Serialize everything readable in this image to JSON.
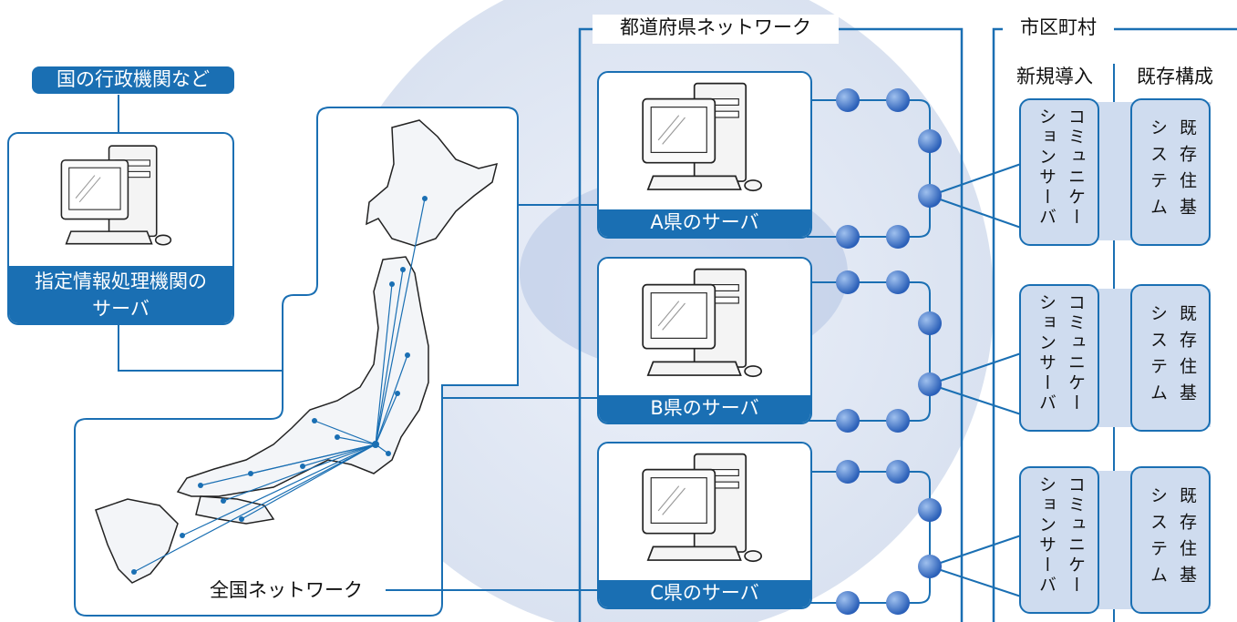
{
  "national_agency": {
    "label": "国の行政機関など"
  },
  "designated_server": {
    "label_line1": "指定情報処理機関の",
    "label_line2": "サーバ"
  },
  "national_network": {
    "label": "全国ネットワーク"
  },
  "prefecture_network": {
    "label": "都道府県ネットワーク",
    "servers": [
      {
        "label": "A県のサーバ"
      },
      {
        "label": "B県のサーバ"
      },
      {
        "label": "C県のサーバ"
      }
    ]
  },
  "municipality": {
    "label": "市区町村",
    "col_new": "新規導入",
    "col_existing": "既存構成",
    "rows": [
      {
        "new_line1": "コミュニケー",
        "new_line2": "ションサーバ",
        "existing_line1": "既存住基",
        "existing_line2": "システム"
      },
      {
        "new_line1": "コミュニケー",
        "new_line2": "ションサーバ",
        "existing_line1": "既存住基",
        "existing_line2": "システム"
      },
      {
        "new_line1": "コミュニケー",
        "new_line2": "ションサーバ",
        "existing_line1": "既存住基",
        "existing_line2": "システム"
      }
    ]
  },
  "colors": {
    "accent": "#1a6fb3",
    "node": "#3d76c9",
    "panel": "#cfdcef"
  }
}
